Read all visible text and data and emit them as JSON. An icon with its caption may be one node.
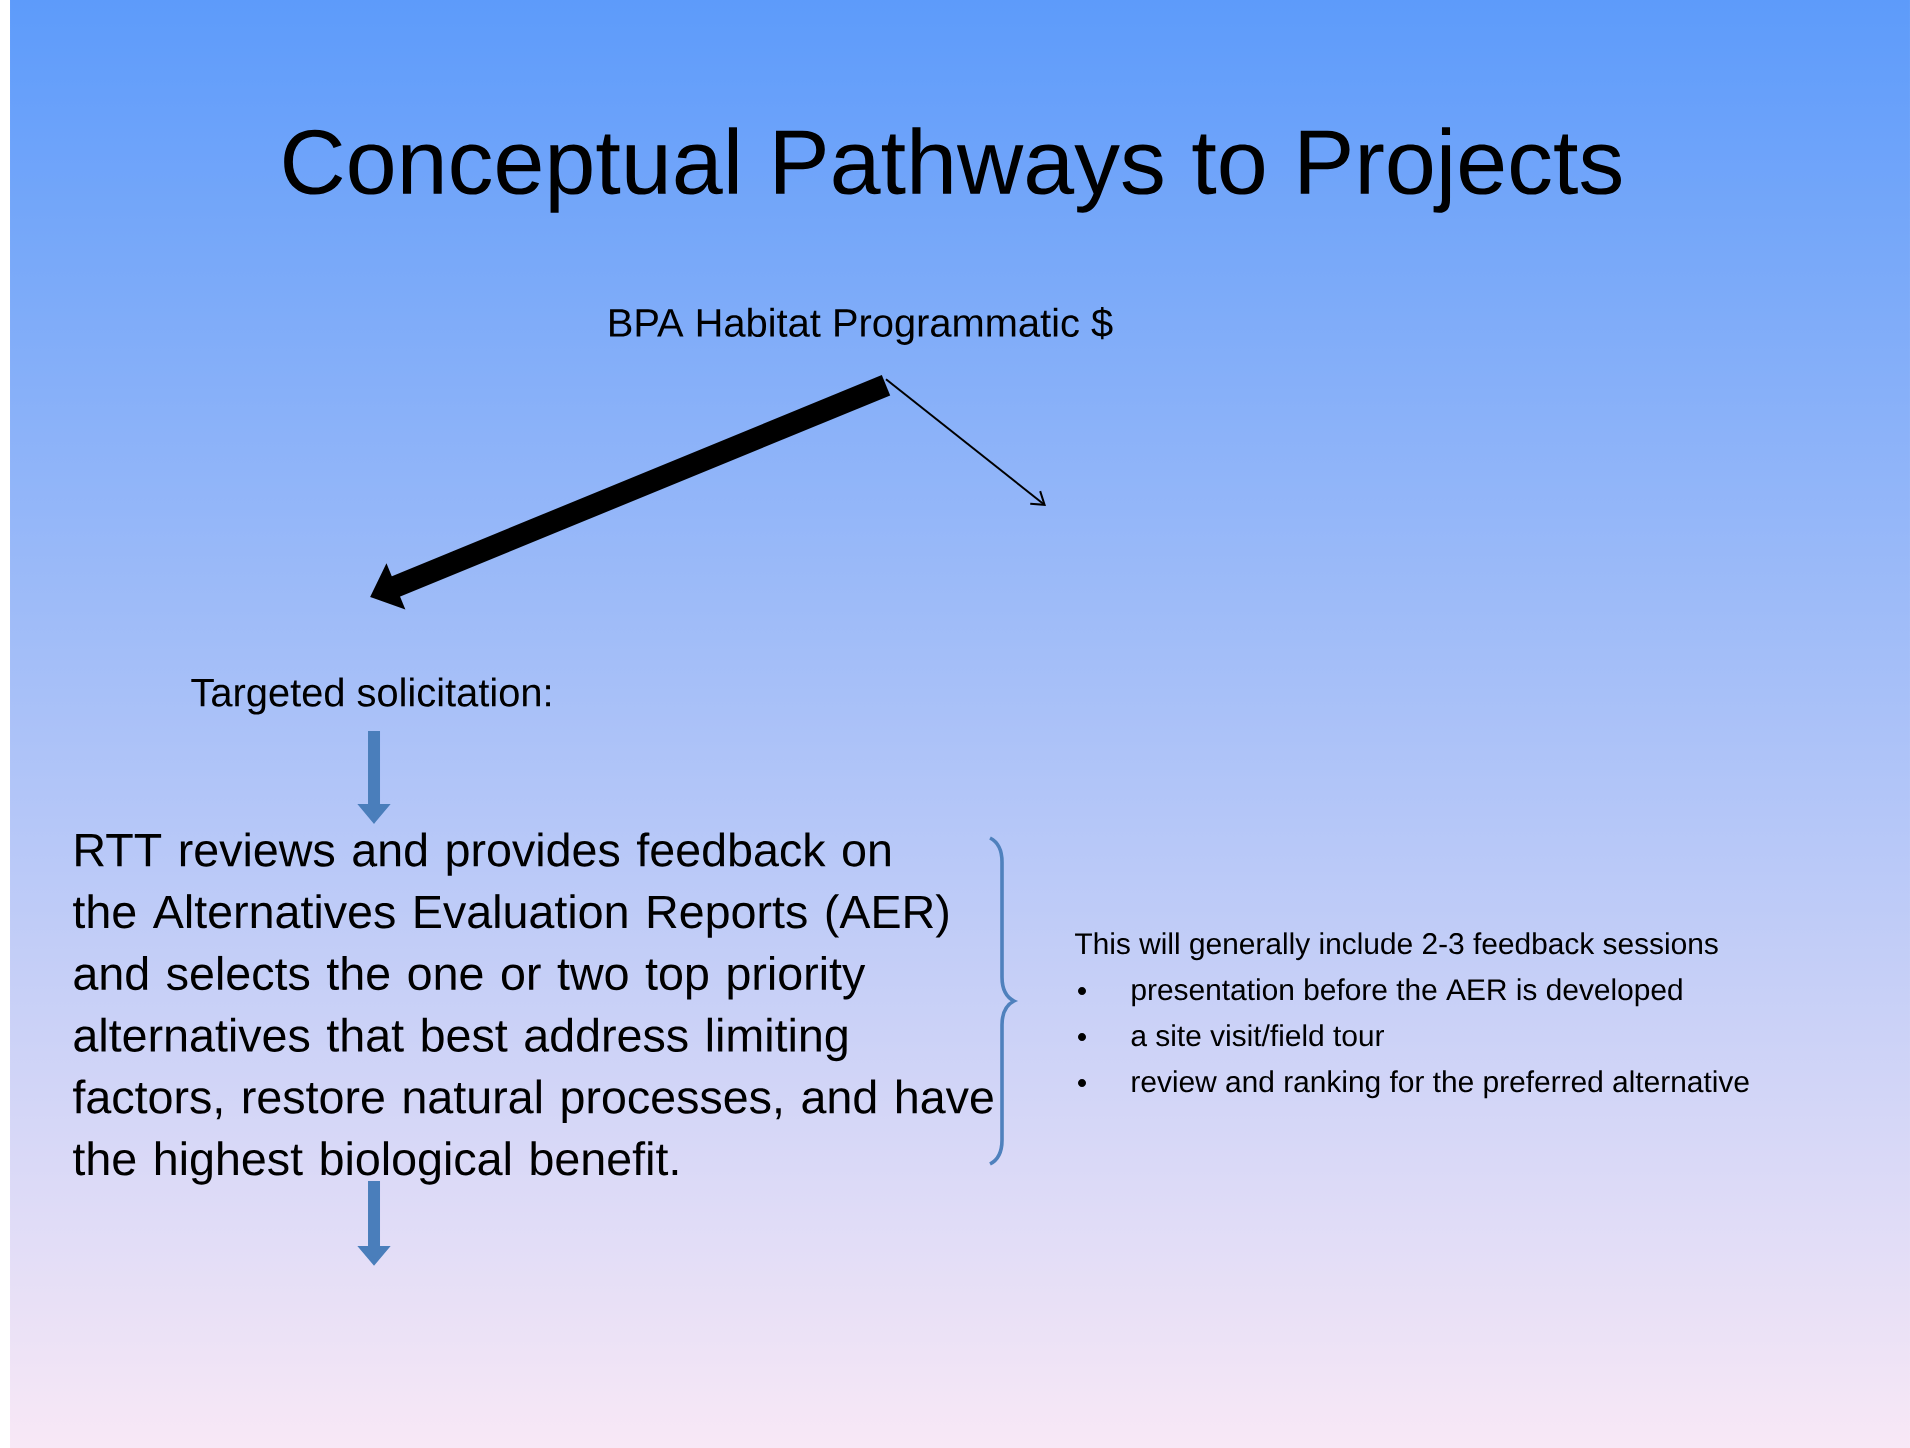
{
  "diagram": {
    "title": "Conceptual Pathways to Projects",
    "nodes": [
      {
        "text": [
          "BPA Habitat Programmatic $"
        ]
      },
      {
        "text": [
          "Targeted solicitation:"
        ]
      },
      {
        "text": [
          "RTT reviews and provides feedback on the Alternatives Evaluation Reports (AER) and selects the one or two top priority alternatives that best address limiting factors, restore natural processes, and have the highest biological benefit."
        ]
      }
    ],
    "edges": [
      {
        "from": 0,
        "to": 1,
        "arrow": "to",
        "style": "thick"
      },
      {
        "from": 0,
        "to": null,
        "arrow": "to"
      },
      {
        "from": 1,
        "to": 2,
        "arrow": "to",
        "color": "#4a7ebb"
      },
      {
        "from": 2,
        "to": null,
        "arrow": "to",
        "color": "#4a7ebb"
      }
    ],
    "labels": [
      "This will generally include 2-3 feedback sessions",
      "presentation before the AER is developed",
      "a site visit/field tour",
      "review and ranking for the preferred alternative"
    ]
  }
}
